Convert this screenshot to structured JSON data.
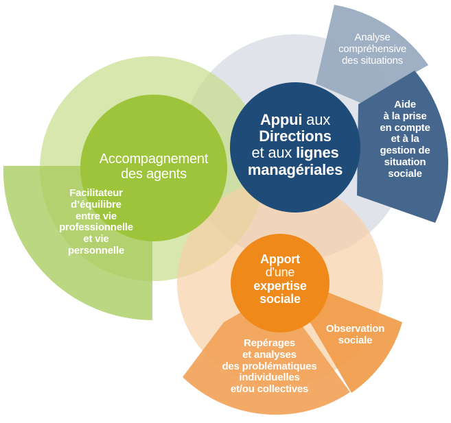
{
  "colors": {
    "green_light": "#c4dc86",
    "green_mid": "#a9cc5d",
    "green_dark": "#9dc43a",
    "blue_light": "#d6dae3",
    "blue_mid": "#9aacc1",
    "blue_outer": "#46678d",
    "blue_dark": "#1f4b78",
    "orange_light": "#f8cfa3",
    "orange_mid": "#f2a35a",
    "orange_outer": "#ef9a45",
    "orange_dark": "#ef8a1a"
  },
  "hubs": {
    "green": {
      "line1": "Accompagnement",
      "line2": "des agents"
    },
    "blue": {
      "l1_bold": "Appui",
      "l1_rest": " aux",
      "l2": "Directions",
      "l3_rest": "et aux ",
      "l3_bold": "lignes",
      "l4": "managériales"
    },
    "orange": {
      "line1": "Apport",
      "line2": "d'une",
      "line3": "expertise",
      "line4": "sociale"
    }
  },
  "segments": {
    "green_outer": {
      "line1": "Facilitateur",
      "line2": "d’équilibre",
      "line3": "entre vie",
      "line4": "professionnelle",
      "line5": "et vie",
      "line6": "personnelle"
    },
    "blue_top": {
      "line1": "Analyse",
      "line2": "compréhensive",
      "line3": "des situations"
    },
    "blue_right": {
      "line1": "Aide",
      "line2": "à la prise",
      "line3": "en compte",
      "line4": "et à la",
      "line5": "gestion de",
      "line6": "situation",
      "line7": "sociale"
    },
    "orange_right": {
      "line1": "Observation",
      "line2": "sociale"
    },
    "orange_bottom": {
      "line1": "Repérages",
      "line2": "et analyses",
      "line3": "des problématiques",
      "line4": "individuelles",
      "line5": "et/ou collectives"
    }
  }
}
